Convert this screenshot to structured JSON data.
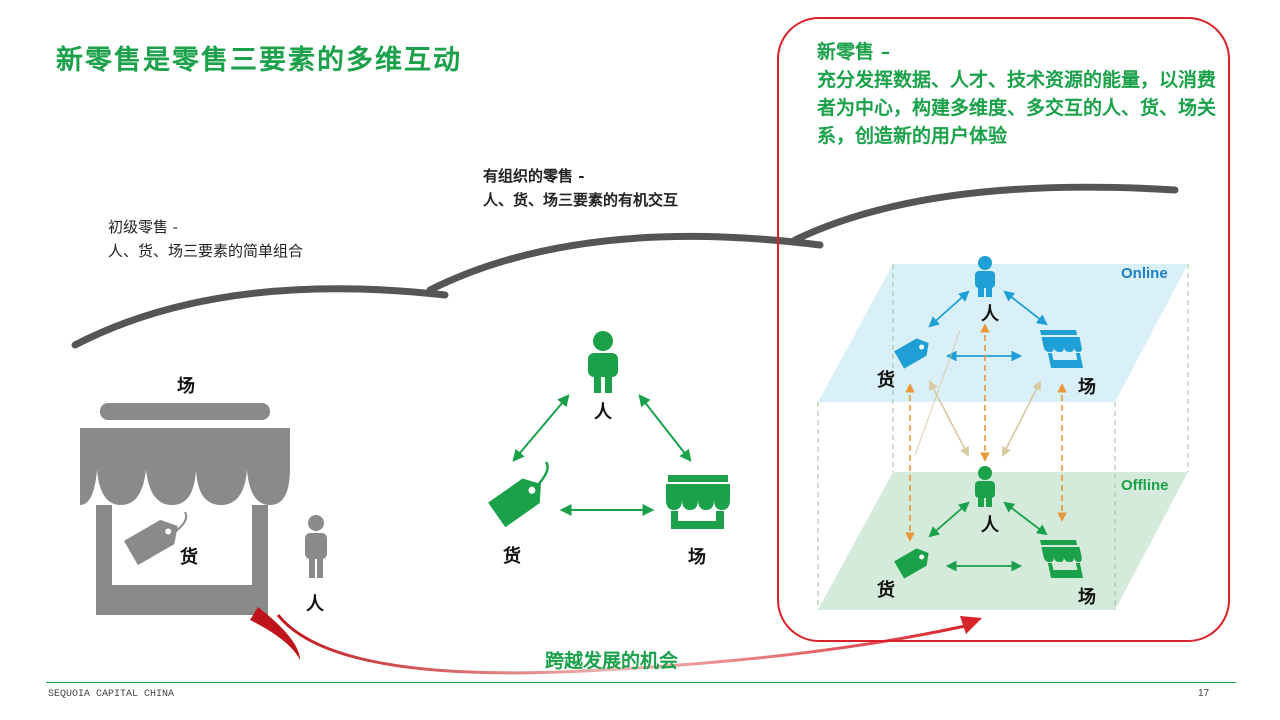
{
  "title": "新零售是零售三要素的多维互动",
  "stages": {
    "primary": {
      "line1": "初级零售 -",
      "line2": "人、货、场三要素的简单组合"
    },
    "organized": {
      "line1": "有组织的零售 -",
      "line2": "人、货、场三要素的有机交互"
    },
    "new_retail": {
      "text": "新零售 –\n充分发挥数据、人才、技术资源的能量，以消费者为中心，构建多维度、多交互的人、货、场关系，创造新的用户体验"
    }
  },
  "nodes": {
    "person": "人",
    "goods": "货",
    "place": "场"
  },
  "layers": {
    "online": "Online",
    "offline": "Offline"
  },
  "leap_label": "跨越发展的机会",
  "footer": {
    "company": "SEQUOIA CAPITAL CHINA",
    "page": "17"
  },
  "colors": {
    "green": "#1aa14a",
    "blue": "#1e9fd6",
    "gray": "#8a8a8a",
    "red": "#d9232b",
    "orange": "#e8973a"
  }
}
